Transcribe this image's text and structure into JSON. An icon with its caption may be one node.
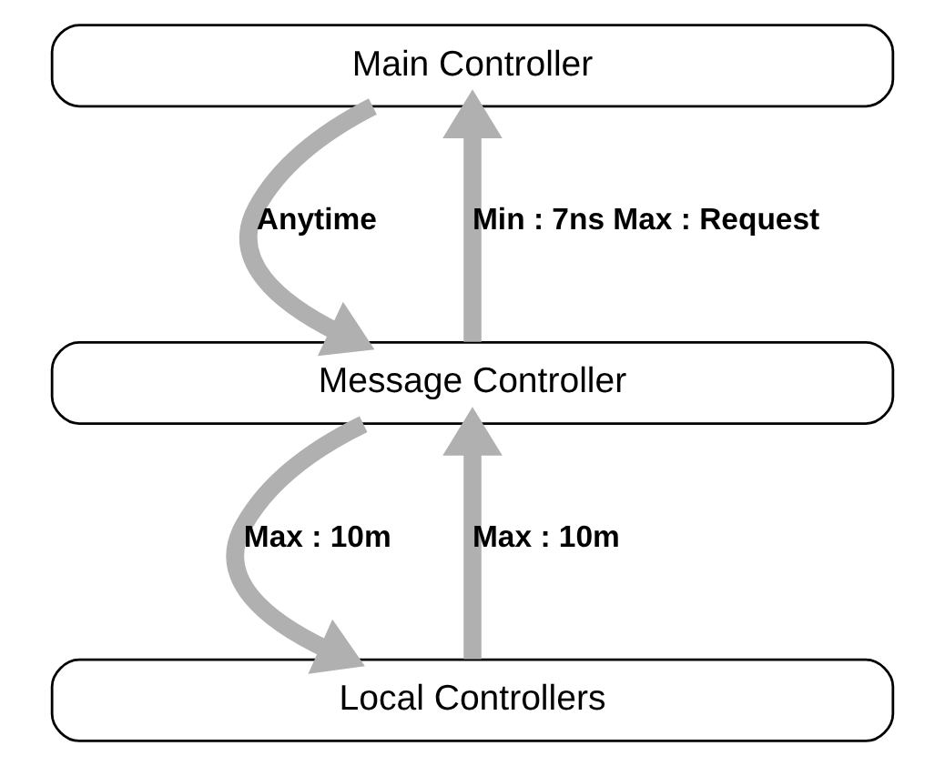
{
  "diagram": {
    "nodes": [
      {
        "text": [
          "Main Controller"
        ]
      },
      {
        "text": [
          "Message Controller"
        ]
      },
      {
        "text": [
          "Local Controllers"
        ]
      }
    ],
    "edges": [
      {
        "from": 0,
        "to": 1,
        "arrow": "to",
        "label": "Anytime"
      },
      {
        "from": 1,
        "to": 0,
        "arrow": "to",
        "label": "Min : 7ns Max : Request"
      },
      {
        "from": 1,
        "to": 2,
        "arrow": "to",
        "label": "Max : 10m"
      },
      {
        "from": 2,
        "to": 1,
        "arrow": "to",
        "label": "Max : 10m"
      }
    ]
  }
}
